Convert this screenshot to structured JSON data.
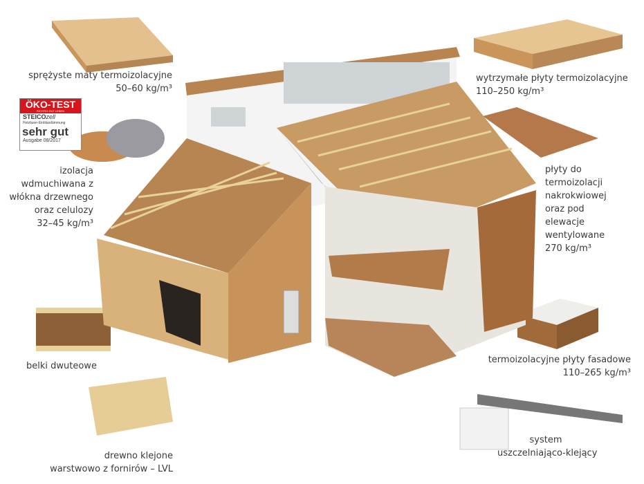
{
  "labels": {
    "mats": [
      "sprężyste maty termoizolacyjne",
      "50–60 kg/m³"
    ],
    "blown": [
      "izolacja",
      "wdmuchiwana z",
      "włókna drzewnego",
      "oraz celulozy",
      "32–45 kg/m³"
    ],
    "ibeam": [
      "belki dwuteowe"
    ],
    "lvl": [
      "drewno klejone",
      "warstwowo z fornirów – LVL"
    ],
    "boards": [
      "wytrzymałe płyty termoizolacyjne",
      "110–250 kg/m³"
    ],
    "sarking": [
      "płyty do",
      "termoizolacji",
      "nakrokwiowej",
      "oraz pod",
      "elewacje",
      "wentylowane",
      "270 kg/m³"
    ],
    "facade": [
      "termoizolacyjne płyty fasadowe",
      "110–265 kg/m³"
    ],
    "sealing": [
      "system",
      "uszczelniająco-klejący"
    ]
  },
  "badge": {
    "title": "ÖKO-TEST",
    "subtitle": "RICHTIG GUT LEBEN",
    "brand": "STEICO",
    "brand_suffix": "zell",
    "product": "Holzfaser-Einblasdämmung",
    "grade": "sehr gut",
    "issue": "Ausgabe 08/2017"
  },
  "colors": {
    "wood": "#c9955a",
    "board": "#e3c08e",
    "dark_board": "#a96b3a",
    "batten": "#e8d29a"
  }
}
